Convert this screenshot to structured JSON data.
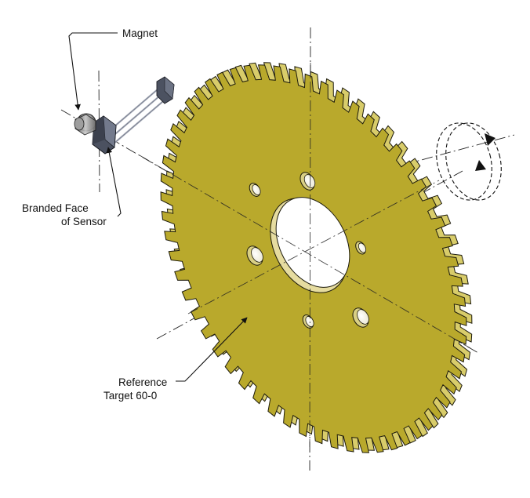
{
  "labels": {
    "magnet": "Magnet",
    "branded_face_1": "Branded Face",
    "branded_face_2": "of Sensor",
    "reference_1": "Reference",
    "reference_2": "Target 60-0"
  },
  "target": {
    "tooth_count": 60,
    "missing_teeth": 0,
    "face_color": "#b9a92c",
    "edge_color": "#d8cc6a",
    "outline_color": "#1c1a0c"
  },
  "sensor": {
    "body_color": "#5a6172",
    "magnet_color": "#8a8a8a"
  }
}
